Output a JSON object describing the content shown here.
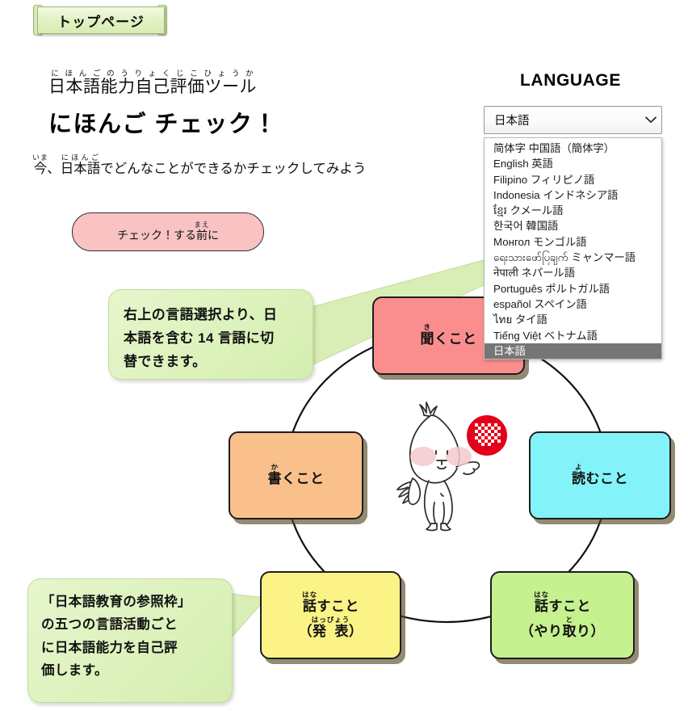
{
  "top_tab": {
    "label": "トップページ"
  },
  "header": {
    "subtitle_text": "日本語能力自己評価ツール",
    "subtitle_ruby": "にほんごのうりょくじこひょうか",
    "title": "にほんご チェック！",
    "lead_text": "今、日本語でどんなことができるかチェックしてみよう",
    "lead_ruby_1": "いま",
    "lead_ruby_2": "にほんご"
  },
  "language": {
    "heading": "LANGUAGE",
    "selected_value": "日本語",
    "chevron_icon": "chevron-down-icon",
    "options": [
      {
        "label": "简体字 中国語（簡体字）",
        "selected": false
      },
      {
        "label": "English 英語",
        "selected": false
      },
      {
        "label": "Filipino フィリピノ語",
        "selected": false
      },
      {
        "label": "Indonesia インドネシア語",
        "selected": false
      },
      {
        "label": "ខ្មែរ クメール語",
        "selected": false
      },
      {
        "label": "한국어 韓国語",
        "selected": false
      },
      {
        "label": "Монгол モンゴル語",
        "selected": false
      },
      {
        "label": "ရေးသားဖော်ပြချက် ミャンマー語",
        "selected": false
      },
      {
        "label": "नेपाली ネパール語",
        "selected": false
      },
      {
        "label": "Português ポルトガル語",
        "selected": false
      },
      {
        "label": "español スペイン語",
        "selected": false
      },
      {
        "label": "ไทย タイ語",
        "selected": false
      },
      {
        "label": "Tiếng Việt ベトナム語",
        "selected": false
      },
      {
        "label": "日本語",
        "selected": true
      }
    ]
  },
  "pre_check_pill": {
    "text_before": "チェック！する",
    "kanji": "前",
    "ruby": "まえ",
    "text_after": "に"
  },
  "callouts": {
    "language": {
      "line1": "右上の言語選択より、日",
      "line2": "本語を含む 14 言語に切",
      "line3": "替できます。"
    },
    "five_activities": {
      "line1": "「日本語教育の参照枠」",
      "line2": "の五つの言語活動ごと",
      "line3": "に日本語能力を自己評",
      "line4": "価します。"
    }
  },
  "activities": [
    {
      "id": "listening",
      "kanji": "聞",
      "ruby": "き",
      "rest": "くこと",
      "color": "#fa8e8e"
    },
    {
      "id": "writing",
      "kanji": "書",
      "ruby": "か",
      "rest": "くこと",
      "color": "#fac08c"
    },
    {
      "id": "reading",
      "kanji": "読",
      "ruby": "よ",
      "rest": "むこと",
      "color": "#84f3f9"
    },
    {
      "id": "speaking-present",
      "kanji": "話",
      "ruby": "はな",
      "rest": "すこと",
      "sub_kanji": "発 表",
      "sub_ruby": "はっぴょう",
      "sub_open": "（",
      "sub_close": "）",
      "color": "#fcf387"
    },
    {
      "id": "speaking-interact",
      "kanji": "話",
      "ruby": "はな",
      "rest": "すこと",
      "sub_pre": "（やり",
      "sub_kanji": "取",
      "sub_ruby": "と",
      "sub_post": "り）",
      "color": "#c5f18f"
    }
  ],
  "mascot": {
    "name": "cat-mascot-icon",
    "ball": "red-checkered-ball-icon"
  },
  "colors": {
    "tab_green": "#ddf2bd",
    "callout_green": "#ddf2bd",
    "pill_pink": "#f9c3c3",
    "listening": "#fa8e8e",
    "writing": "#fac08c",
    "reading": "#84f3f9",
    "speaking_present": "#fcf387",
    "speaking_interact": "#c5f18f",
    "selected_option_bg": "#767676",
    "ring_stroke": "#111111"
  }
}
